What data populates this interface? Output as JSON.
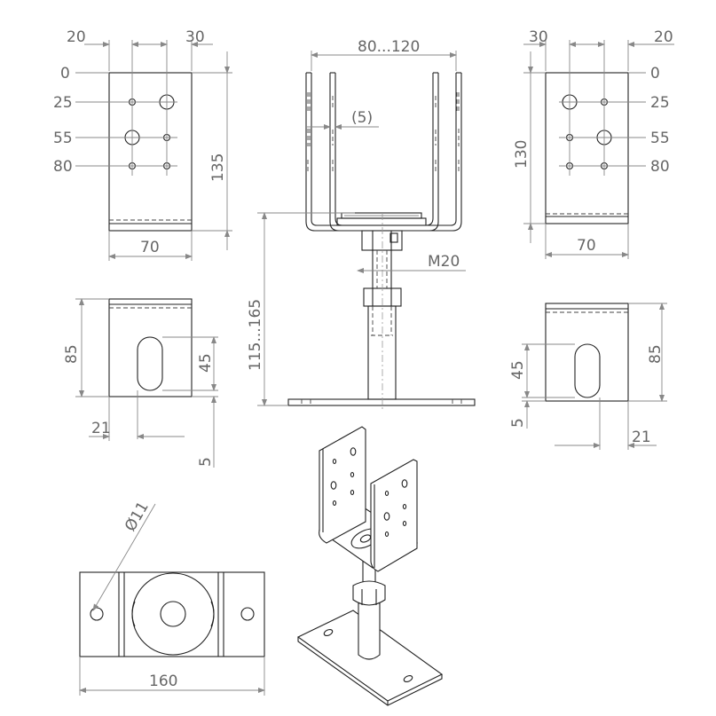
{
  "dimensions": {
    "top_left_view": {
      "width_left": "20",
      "width_right": "30",
      "hole_rows": [
        "0",
        "25",
        "55",
        "80"
      ],
      "height": "135",
      "width": "70"
    },
    "top_right_view": {
      "width_left": "30",
      "width_right": "20",
      "hole_rows": [
        "0",
        "25",
        "55",
        "80"
      ],
      "height": "130",
      "width": "70"
    },
    "front_view": {
      "fork_width": "80...120",
      "plate_thickness": "(5)",
      "thread": "M20",
      "height_range": "115...165"
    },
    "mid_left_view": {
      "height": "85",
      "slot_length": "45",
      "slot_offset": "21",
      "bottom_offset": "5"
    },
    "mid_right_view": {
      "height": "85",
      "slot_length": "45",
      "slot_offset": "21",
      "bottom_offset": "5"
    },
    "base_plate_view": {
      "hole_diameter": "Ø11",
      "length": "160"
    }
  }
}
